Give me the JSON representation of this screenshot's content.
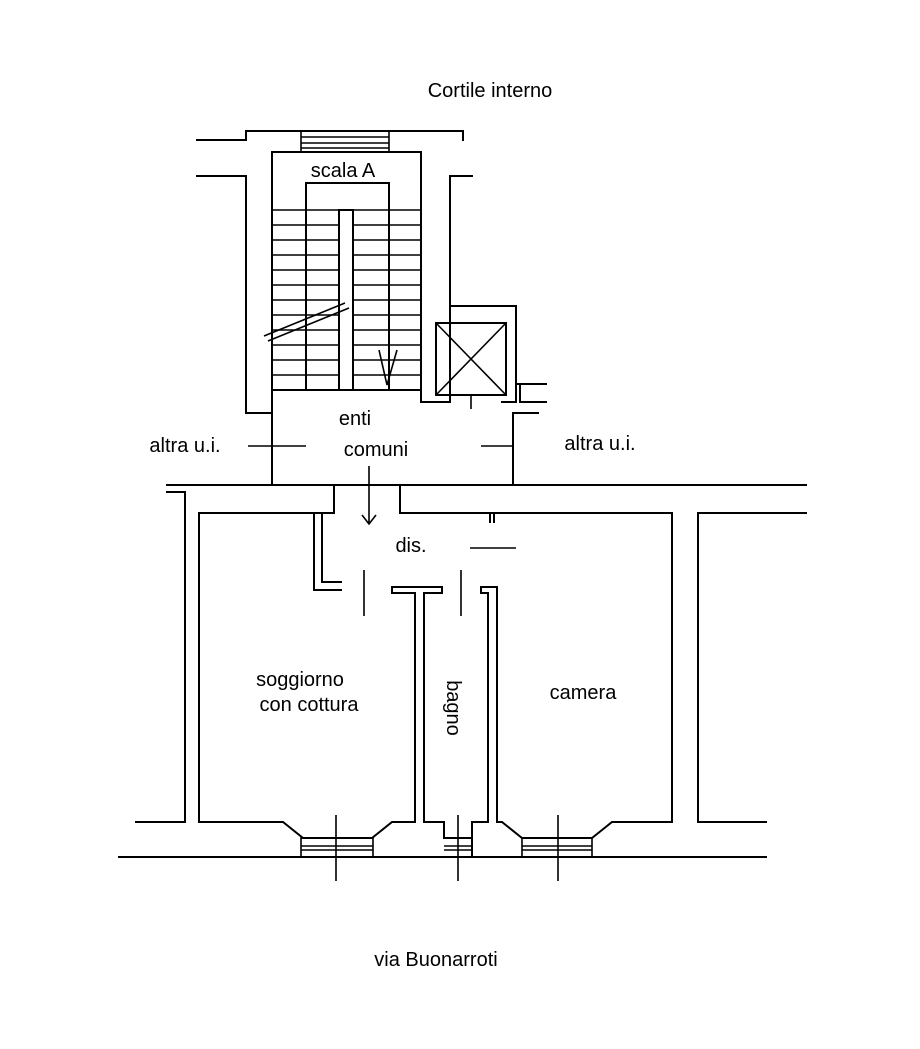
{
  "plan": {
    "courtyard": "Cortile interno",
    "street": "via Buonarroti",
    "stair": "scala A",
    "common_area_line1": "enti",
    "common_area_line2": "comuni",
    "other_unit_left": "altra u.i.",
    "other_unit_right": "altra u.i.",
    "hallway": "dis.",
    "living_line1": "soggiorno",
    "living_line2": "con cottura",
    "bathroom": "bagno",
    "bedroom": "camera"
  }
}
